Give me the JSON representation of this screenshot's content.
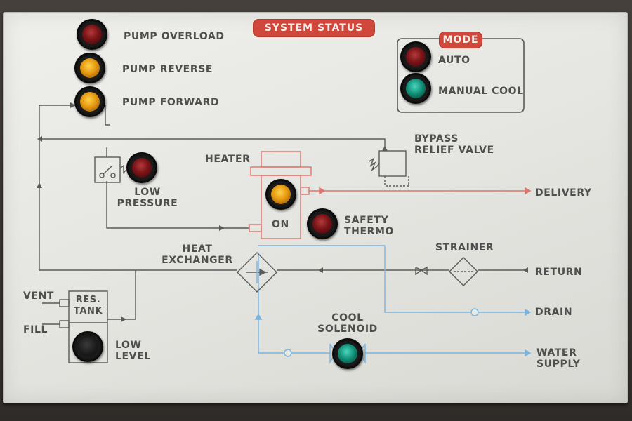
{
  "panel": {
    "title": "SYSTEM STATUS",
    "mode": {
      "title": "MODE",
      "auto": "AUTO",
      "manual_cool": "MANUAL COOL"
    },
    "indicators": {
      "pump_overload": "PUMP OVERLOAD",
      "pump_reverse": "PUMP REVERSE",
      "pump_forward": "PUMP FORWARD",
      "low_pressure": [
        "LOW",
        "PRESSURE"
      ],
      "safety_thermo": [
        "SAFETY",
        "THERMO"
      ],
      "heater_on": "ON",
      "cool_solenoid": [
        "COOL",
        "SOLENOID"
      ],
      "low_level": [
        "LOW",
        "LEVEL"
      ]
    },
    "components": {
      "heater": "HEATER",
      "bypass_relief_valve": [
        "BYPASS",
        "RELIEF VALVE"
      ],
      "heat_exchanger": [
        "HEAT",
        "EXCHANGER"
      ],
      "strainer": "STRAINER",
      "res_tank": [
        "RES.",
        "TANK"
      ],
      "vent": "VENT",
      "fill": "FILL"
    },
    "lines": {
      "delivery": "DELIVERY",
      "return": "RETURN",
      "drain": "DRAIN",
      "water_supply": [
        "WATER",
        "SUPPLY"
      ]
    }
  },
  "colors": {
    "panel_face": "#e8e8e4",
    "legend_text": "#4e4e4c",
    "badge_red": "#d0473b",
    "delivery_line": "#e0736a",
    "water_line": "#7ab4de",
    "schematic_line": "#5a5a58"
  },
  "lamps": {
    "pump_overload": "red",
    "pump_reverse": "amber",
    "pump_forward": "amber",
    "low_pressure": "red",
    "heater": "amber",
    "safety_thermo": "red",
    "cool_solenoid": "green",
    "low_level": "dark",
    "mode_auto": "red",
    "mode_manual_cool": "green"
  }
}
